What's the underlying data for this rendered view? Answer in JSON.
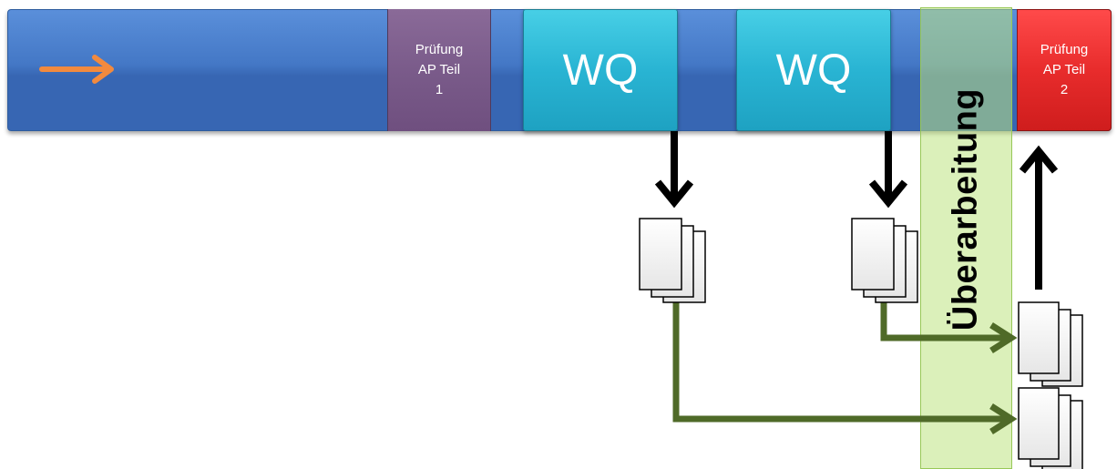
{
  "timeline": {
    "label_pruefung_1": [
      "Prüfung",
      "AP Teil",
      "1"
    ],
    "label_wq_1": "WQ",
    "label_wq_2": "WQ",
    "label_pruefung_2": [
      "Prüfung",
      "AP Teil",
      "2"
    ]
  },
  "overlay": {
    "ueberarbeitung_label": "Überarbeitung"
  },
  "colors": {
    "timeline": "#3f74c4",
    "pruefung_1": "#7a5b8a",
    "wq": "#29b4d3",
    "pruefung_2": "#e82c2c",
    "ueberarbeitung_band": "#bee482",
    "direction_arrow": "#f28a3e",
    "flow_arrow_green": "#4f6a28",
    "flow_arrow_black": "#000000"
  },
  "icons": [
    "arrow-right-icon",
    "document-stack-icon",
    "arrow-down-icon",
    "arrow-up-icon"
  ]
}
